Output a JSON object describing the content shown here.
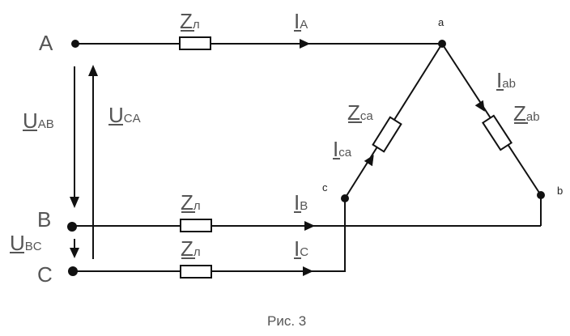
{
  "nodes": {
    "A": "A",
    "B": "B",
    "C": "C",
    "a": "a",
    "b": "b",
    "c": "c"
  },
  "impedances": {
    "line_main": "Z",
    "line_sub": "л",
    "ca_main": "Z",
    "ca_sub": "ca",
    "ab_main": "Z",
    "ab_sub": "ab"
  },
  "currents": {
    "IA_main": "I",
    "IA_sub": "A",
    "IB_main": "I",
    "IB_sub": "B",
    "IC_main": "I",
    "IC_sub": "C",
    "Ica_main": "I",
    "Ica_sub": "ca",
    "Iab_main": "I",
    "Iab_sub": "ab"
  },
  "voltages": {
    "UAB_main": "U",
    "UAB_sub": "AB",
    "UCA_main": "U",
    "UCA_sub": "CA",
    "UBC_main": "U",
    "UBC_sub": "BC"
  },
  "caption": "Рис. 3"
}
